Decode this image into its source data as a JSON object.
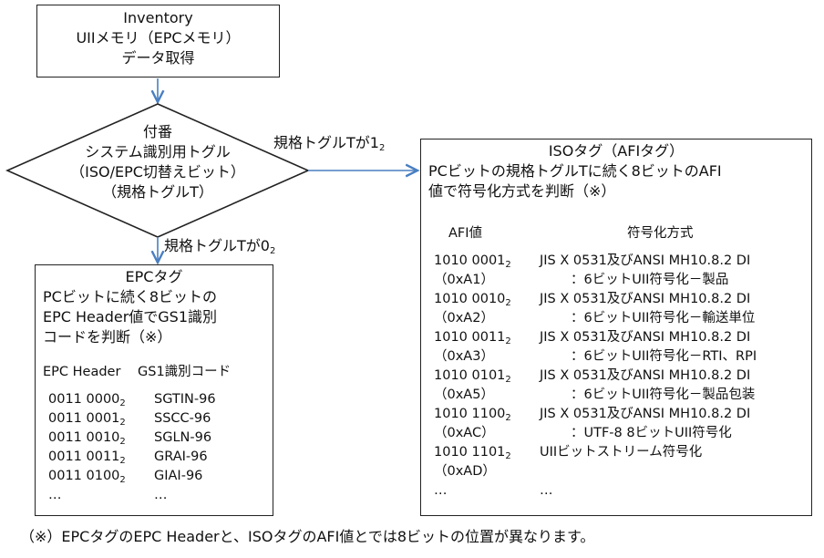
{
  "inventory_box": {
    "lines": [
      "Inventory",
      "UIIメモリ（EPCメモリ）",
      "データ取得"
    ]
  },
  "decision": {
    "lines": [
      "付番",
      "システム識別用トグル",
      "（ISO/EPC切替えビット）",
      "（規格トグルT）"
    ]
  },
  "labels": {
    "right_branch": {
      "text": "規格トグルTが1",
      "sub": "2"
    },
    "down_branch": {
      "text": "規格トグルTが0",
      "sub": "2"
    }
  },
  "epc_box": {
    "title": "EPCタグ",
    "desc": [
      "PCビットに続く8ビットの",
      "EPC Header値でGS1識別",
      "コードを判断（※）"
    ],
    "col_headers": [
      "EPC Header",
      "GS1識別コード"
    ],
    "rows": [
      {
        "header": "0011 0000",
        "sub": "2",
        "code": "SGTIN-96"
      },
      {
        "header": "0011 0001",
        "sub": "2",
        "code": "SSCC-96"
      },
      {
        "header": "0011 0010",
        "sub": "2",
        "code": "SGLN-96"
      },
      {
        "header": "0011 0011",
        "sub": "2",
        "code": "GRAI-96"
      },
      {
        "header": "0011 0100",
        "sub": "2",
        "code": "GIAI-96"
      },
      {
        "header": "…",
        "sub": "",
        "code": "…"
      }
    ]
  },
  "iso_box": {
    "title": "ISOタグ（AFIタグ）",
    "desc": [
      "PCビットの規格トグルTに続く8ビットのAFI",
      "値で符号化方式を判断（※）"
    ],
    "col_headers": [
      "AFI値",
      "符号化方式"
    ],
    "rows": [
      {
        "afi": "1010 0001",
        "sub": "2",
        "hex": "（0xA1）",
        "method1": "JIS X 0531及びANSI MH10.8.2 DI",
        "method2": "：6ビットUII符号化－製品"
      },
      {
        "afi": "1010 0010",
        "sub": "2",
        "hex": "（0xA2）",
        "method1": "JIS X 0531及びANSI MH10.8.2 DI",
        "method2": "：6ビットUII符号化－輸送単位"
      },
      {
        "afi": "1010 0011",
        "sub": "2",
        "hex": "（0xA3）",
        "method1": "JIS X 0531及びANSI MH10.8.2 DI",
        "method2": "：6ビットUII符号化－RTI、RPI"
      },
      {
        "afi": "1010 0101",
        "sub": "2",
        "hex": "（0xA5）",
        "method1": "JIS X 0531及びANSI MH10.8.2 DI",
        "method2": "：6ビットUII符号化－製品包装"
      },
      {
        "afi": "1010 1100",
        "sub": "2",
        "hex": "（0xAC）",
        "method1": "JIS X 0531及びANSI MH10.8.2 DI",
        "method2": "：UTF-8 8ビットUII符号化"
      },
      {
        "afi": "1010 1101",
        "sub": "2",
        "hex": "（0xAD）",
        "method1": "UIIビットストリーム符号化",
        "method2": ""
      },
      {
        "afi": "…",
        "sub": "",
        "hex": "",
        "method1": "…",
        "method2": ""
      }
    ]
  },
  "footnote": "（※）EPCタグのEPC Headerと、ISOタグのAFI値とでは8ビットの位置が異なります。",
  "colors": {
    "arrow": "#4a7fc1",
    "border": "#222222"
  }
}
